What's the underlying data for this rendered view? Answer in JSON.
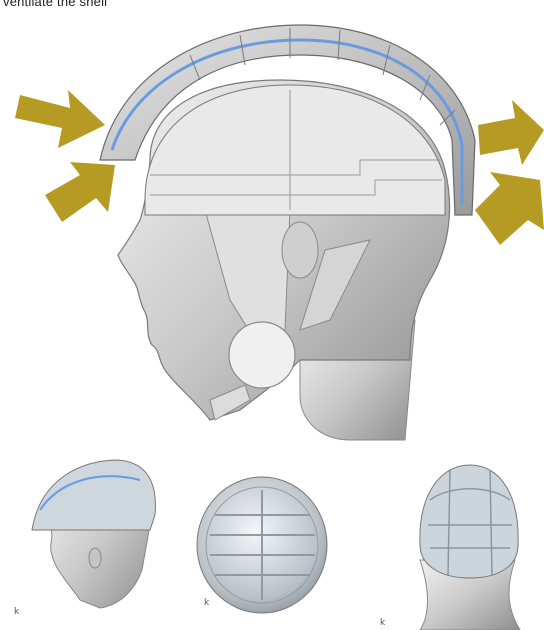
{
  "caption": "ventilate the shell",
  "main_figure": {
    "name": "helmet-ventilation-side-view",
    "arrows": [
      {
        "id": "in-upper",
        "direction": "in"
      },
      {
        "id": "in-lower",
        "direction": "in"
      },
      {
        "id": "out-upper",
        "direction": "out"
      },
      {
        "id": "out-lower",
        "direction": "out"
      }
    ],
    "arrow_color": "#b59a24",
    "accent_color": "#6a9be0"
  },
  "thumbnails": [
    {
      "name": "helmet-side-view",
      "mark": "k"
    },
    {
      "name": "helmet-top-view",
      "mark": "k"
    },
    {
      "name": "helmet-rear-view",
      "mark": "k"
    }
  ]
}
